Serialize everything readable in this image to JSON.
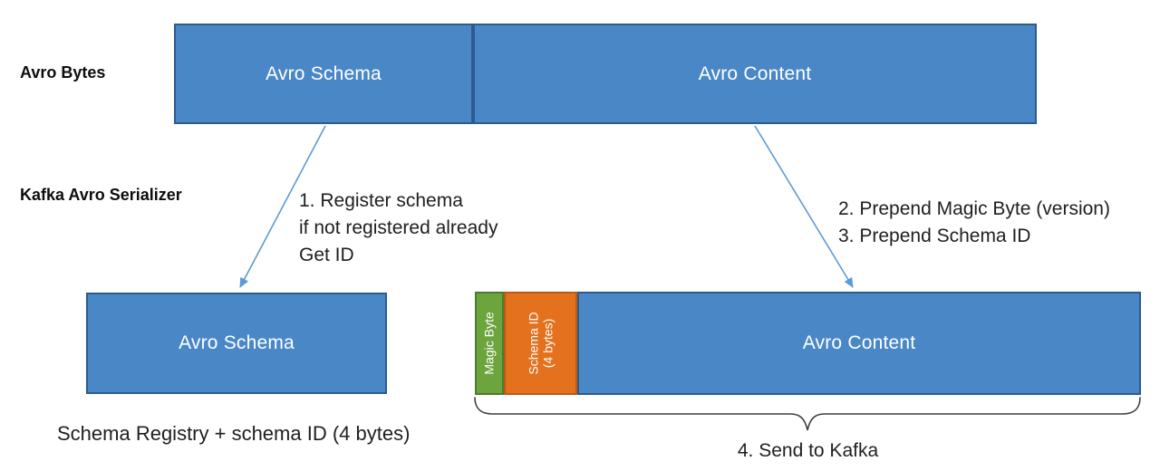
{
  "diagram_title_rows": {
    "avro_bytes_label": "Avro Bytes",
    "serializer_label": "Kafka Avro Serializer"
  },
  "top_bar": {
    "schema_label": "Avro Schema",
    "content_label": "Avro Content"
  },
  "steps": {
    "step1_line1": "1. Register schema",
    "step1_line2": "if not registered already",
    "step1_line3": "Get ID",
    "step23_line1": "2. Prepend Magic Byte (version)",
    "step23_line2": "3. Prepend Schema ID",
    "step4": "4. Send to Kafka"
  },
  "bottom_left_box": {
    "label": "Avro Schema",
    "caption": "Schema Registry + schema ID (4 bytes)"
  },
  "bottom_right_bar": {
    "magic_byte_label": "Magic Byte",
    "schema_id_line1": "Schema ID",
    "schema_id_line2": "(4 bytes)",
    "content_label": "Avro Content"
  },
  "colors": {
    "box_blue": "#4a87c6",
    "box_blue_border": "#2e5b8e",
    "box_green": "#6ca43d",
    "box_orange": "#e4711d",
    "arrow_blue": "#5e9ad3",
    "brace_gray": "#3f3f3f",
    "text_black": "#1f1f1f",
    "box_text_white": "#ffffff"
  }
}
